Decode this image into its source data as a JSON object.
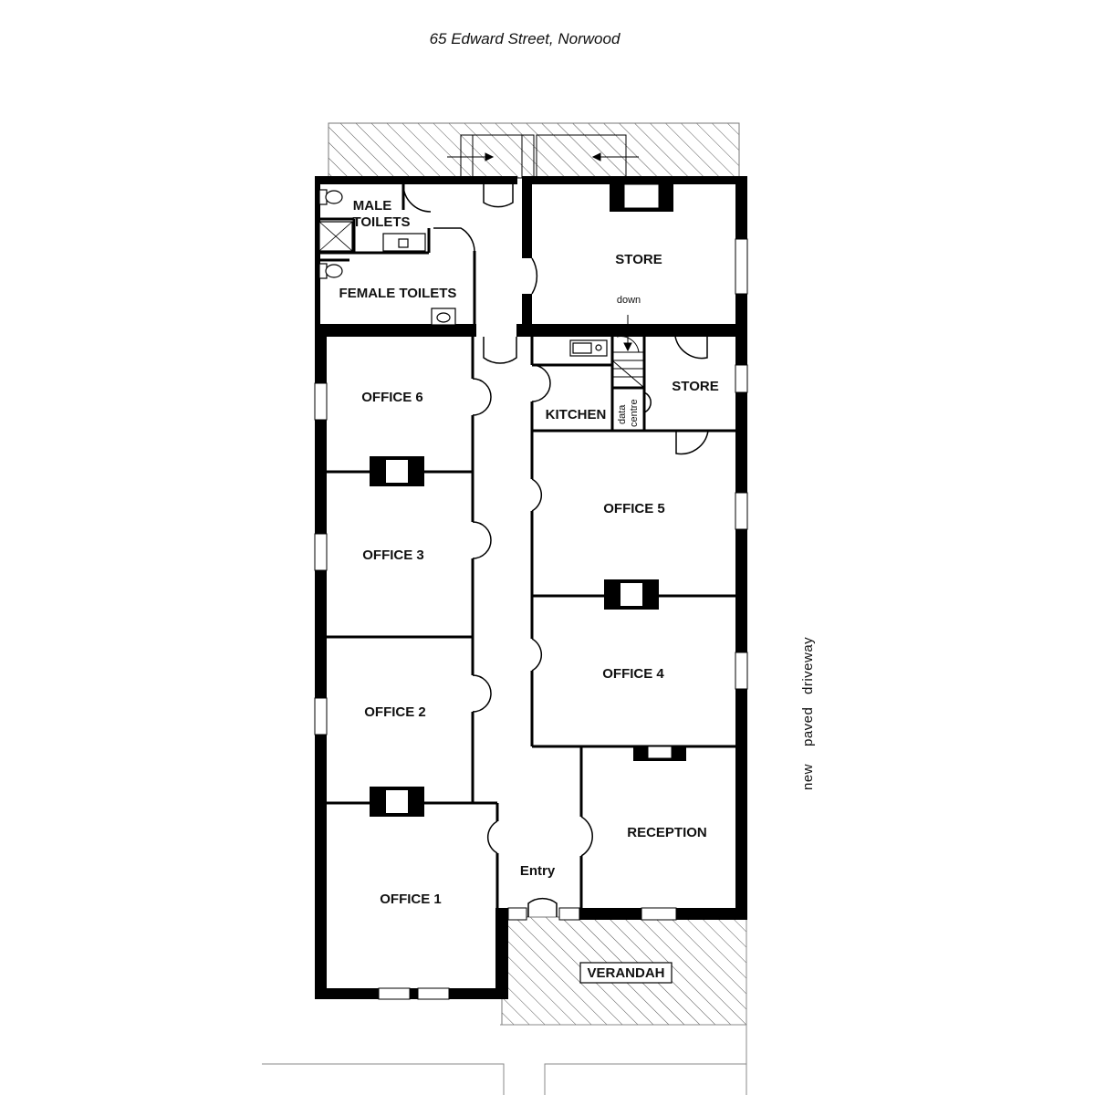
{
  "header": {
    "address": "65 Edward Street, Norwood"
  },
  "rooms": {
    "male_toilets_line1": "MALE",
    "male_toilets_line2": "TOILETS",
    "female_toilets": "FEMALE TOILETS",
    "store_top": "STORE",
    "store_small": "STORE",
    "kitchen": "KITCHEN",
    "data_centre_line1": "data",
    "data_centre_line2": "centre",
    "office_6": "OFFICE 6",
    "office_5": "OFFICE 5",
    "office_3": "OFFICE 3",
    "office_4": "OFFICE 4",
    "office_2": "OFFICE 2",
    "reception": "RECEPTION",
    "entry": "Entry",
    "office_1": "OFFICE 1",
    "verandah": "VERANDAH"
  },
  "annotations": {
    "stairs_down": "down",
    "driveway": [
      "new",
      "paved",
      "driveway"
    ]
  }
}
